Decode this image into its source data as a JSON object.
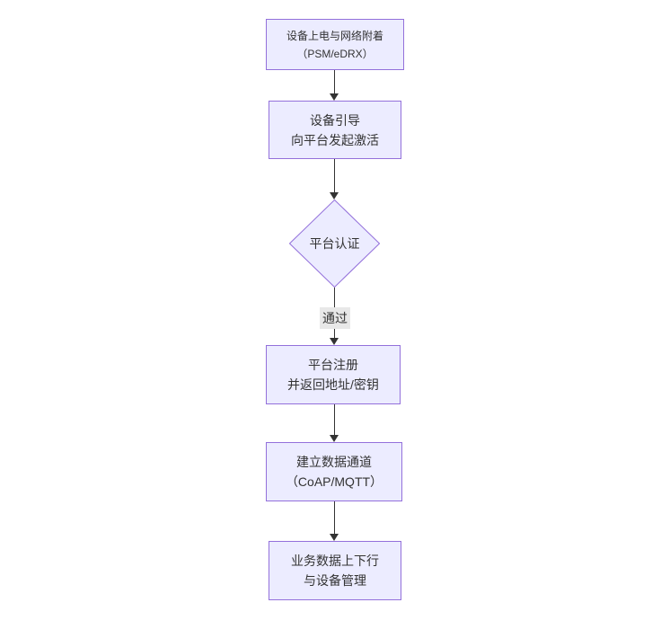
{
  "diagram": {
    "type": "flowchart",
    "direction": "top-down",
    "background": "#ffffff",
    "colors": {
      "node_fill": "#ECECFF",
      "node_border": "#9370DB",
      "edge_color": "#333333",
      "edge_label_bg": "#e8e8e8",
      "text_color": "#333333"
    },
    "nodes": [
      {
        "id": "A",
        "shape": "rect",
        "line1": "设备上电与网络附着",
        "line2": "（PSM/eDRX）"
      },
      {
        "id": "B",
        "shape": "rect",
        "line1": "设备引导",
        "line2": "向平台发起激活"
      },
      {
        "id": "C",
        "shape": "diamond",
        "line1": "平台认证"
      },
      {
        "id": "D",
        "shape": "rect",
        "line1": "平台注册",
        "line2": "并返回地址/密钥"
      },
      {
        "id": "E",
        "shape": "rect",
        "line1": "建立数据通道",
        "line2": "（CoAP/MQTT）"
      },
      {
        "id": "F",
        "shape": "rect",
        "line1": "业务数据上下行",
        "line2": "与设备管理"
      }
    ],
    "edges": [
      {
        "from": "A",
        "to": "B",
        "label": ""
      },
      {
        "from": "B",
        "to": "C",
        "label": ""
      },
      {
        "from": "C",
        "to": "D",
        "label": "通过"
      },
      {
        "from": "D",
        "to": "E",
        "label": ""
      },
      {
        "from": "E",
        "to": "F",
        "label": ""
      }
    ]
  }
}
